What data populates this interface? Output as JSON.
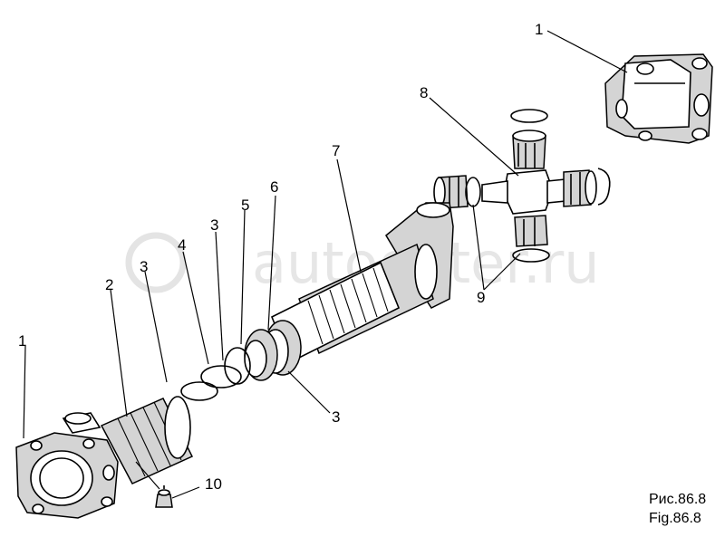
{
  "watermark": "autoopter.ru",
  "callouts": {
    "c1_top": "1",
    "c8": "8",
    "c7": "7",
    "c6": "6",
    "c5": "5",
    "c3_upper": "3",
    "c4": "4",
    "c3_left": "3",
    "c2": "2",
    "c1_left": "1",
    "c9": "9",
    "c3_lower": "3",
    "c10": "10"
  },
  "caption": {
    "ru": "Рис.86.8",
    "en": "Fig.86.8"
  }
}
